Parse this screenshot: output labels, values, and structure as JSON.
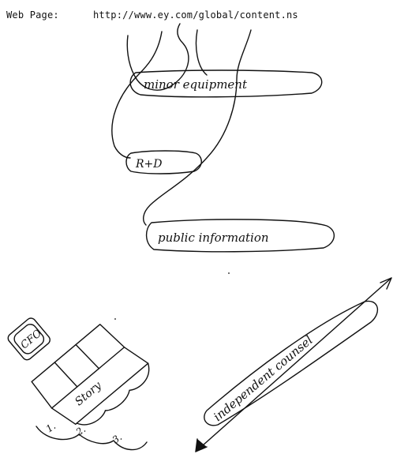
{
  "header": {
    "label": "Web Page:",
    "url": "http://www.ey.com/global/content.ns"
  },
  "annotations": {
    "minor_equipment": "minor equipment",
    "rd": "R+D",
    "public_information": "public information",
    "cfo": "CFO",
    "story": "Story",
    "step1": "1.",
    "step2": "2.",
    "step3": "3.",
    "independent_counsel": "independent counsel"
  },
  "colors": {
    "ink": "#111111",
    "paper": "#ffffff"
  }
}
